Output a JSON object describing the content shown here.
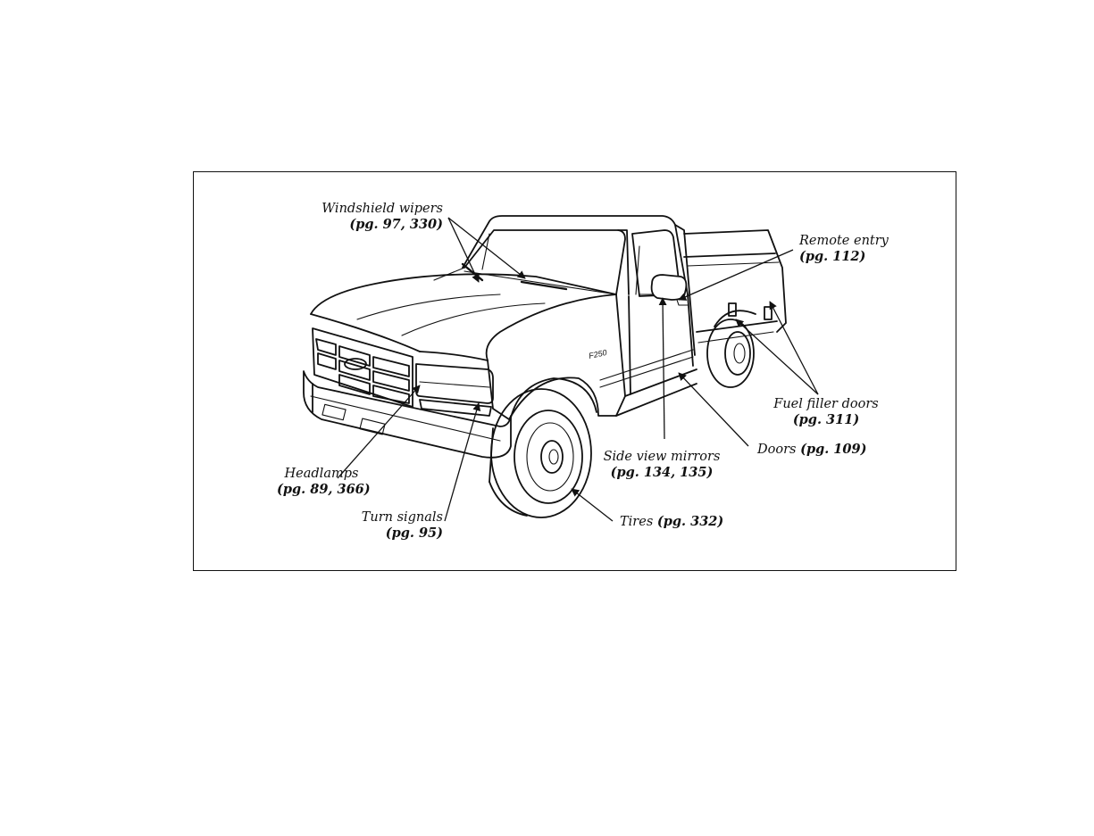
{
  "callouts": {
    "windshield_wipers": {
      "name": "Windshield wipers",
      "page": "(pg. 97, 330)"
    },
    "remote_entry": {
      "name": "Remote entry",
      "page": "(pg. 112)"
    },
    "fuel_filler_doors": {
      "name": "Fuel filler doors",
      "page": "(pg. 311)"
    },
    "doors": {
      "name": "Doors",
      "page": "(pg. 109)"
    },
    "side_view_mirrors": {
      "name": "Side view mirrors",
      "page": "(pg. 134, 135)"
    },
    "tires": {
      "name": "Tires",
      "page": "(pg. 332)"
    },
    "headlamps": {
      "name": "Headlamps",
      "page": "(pg. 89, 366)"
    },
    "turn_signals": {
      "name": "Turn signals",
      "page": "(pg. 95)"
    }
  },
  "badge": "F250",
  "colors": {
    "ink": "#111111",
    "paper": "#ffffff"
  }
}
